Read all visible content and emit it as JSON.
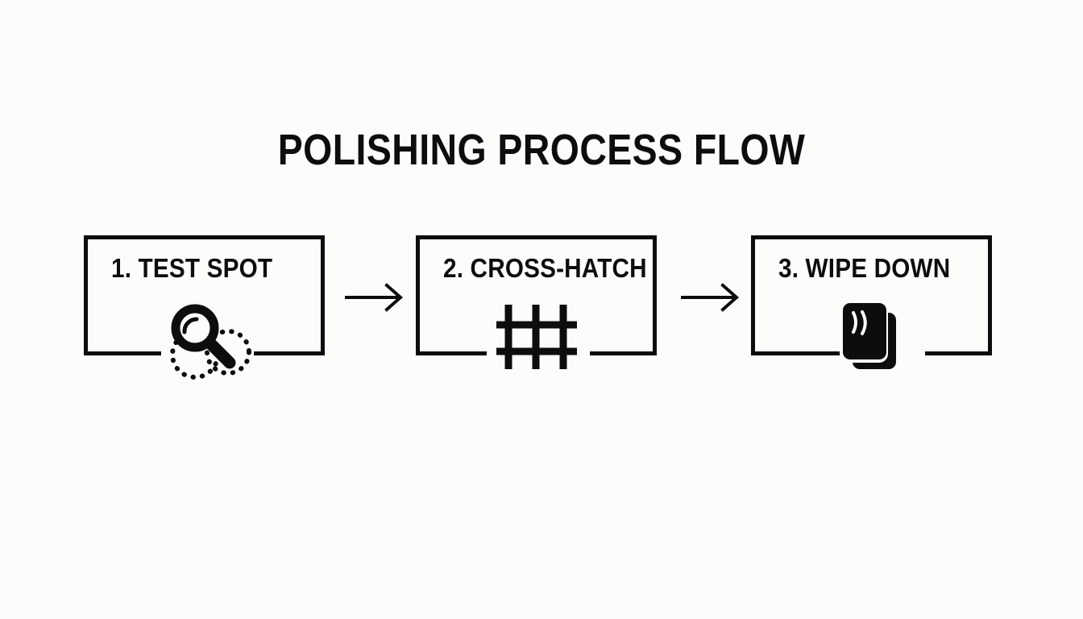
{
  "page": {
    "title": "POLISHING PROCESS FLOW",
    "background_color": "#fcfcfb",
    "ink_color": "#0d0d0d"
  },
  "diagram": {
    "type": "process-flow",
    "orientation": "horizontal",
    "step_count": 3,
    "steps": [
      {
        "number": "1.",
        "label": "1. TEST SPOT",
        "name": "test-spot",
        "icon": "magnifier-icon",
        "icon_description": "magnifying glass over two dotted circles"
      },
      {
        "number": "2.",
        "label": "2. CROSS-HATCH",
        "name": "cross-hatch",
        "icon": "grid-hatch-icon",
        "icon_description": "three vertical lines crossed by two horizontal lines"
      },
      {
        "number": "3.",
        "label": "3. WIPE DOWN",
        "name": "wipe-down",
        "icon": "cloth-stack-icon",
        "icon_description": "two stacked cloths with wipe motion lines"
      }
    ],
    "connectors": [
      {
        "name": "arrow-1-to-2",
        "glyph": "→"
      },
      {
        "name": "arrow-2-to-3",
        "glyph": "→"
      }
    ]
  }
}
